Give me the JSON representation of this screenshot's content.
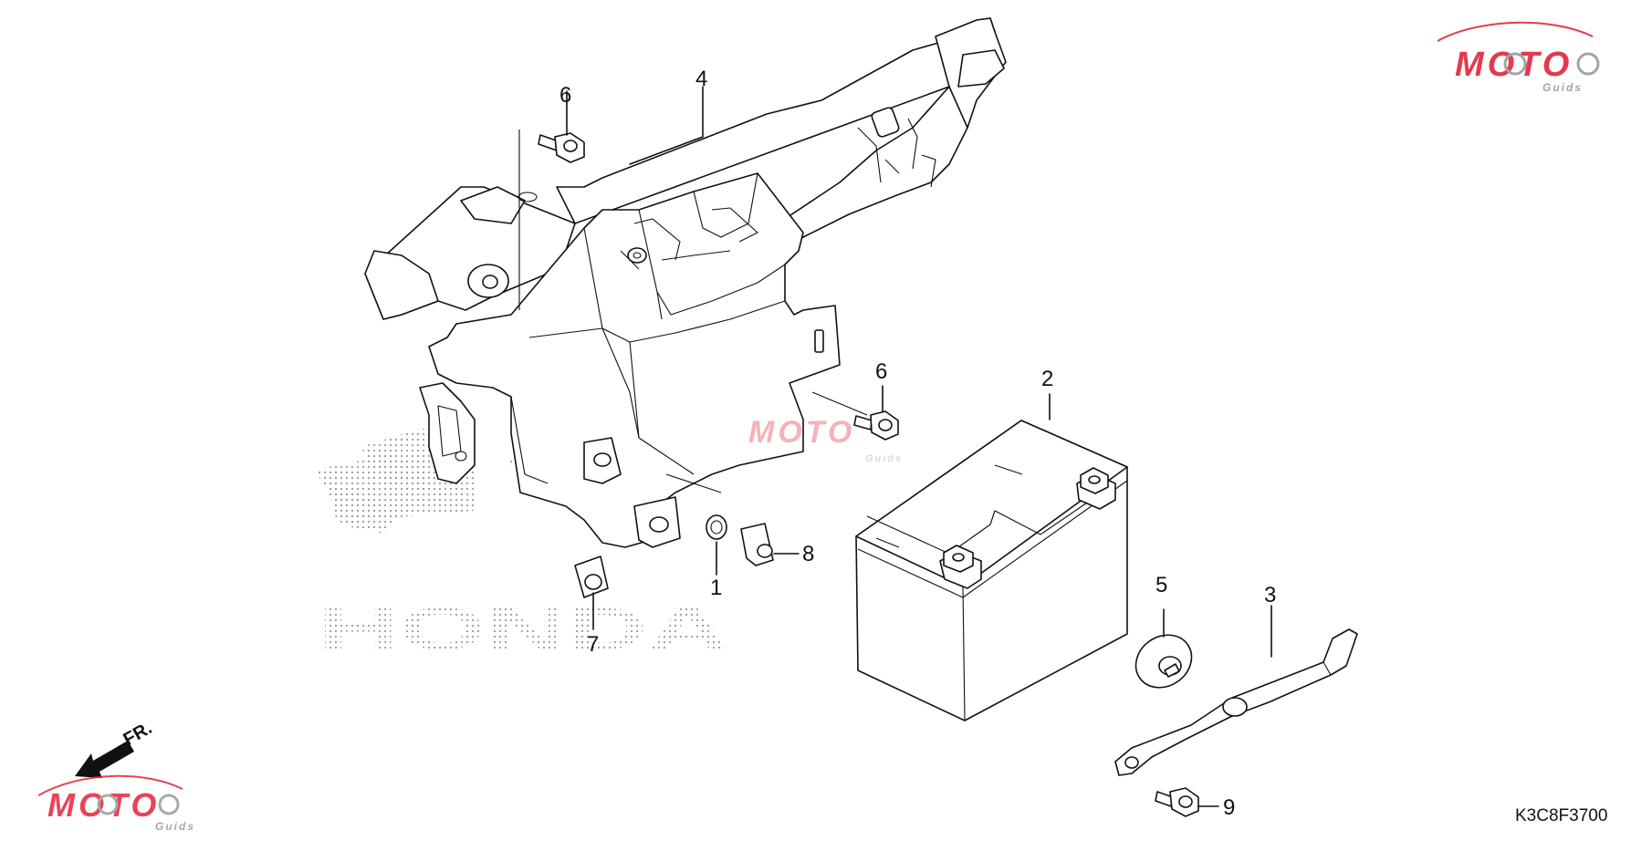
{
  "diagram": {
    "code": "K3C8F3700",
    "front_label": "FR.",
    "brand_text": "HONDA",
    "callouts": [
      {
        "id": "p1",
        "label": "1"
      },
      {
        "id": "p2",
        "label": "2"
      },
      {
        "id": "p3",
        "label": "3"
      },
      {
        "id": "p4",
        "label": "4"
      },
      {
        "id": "p5",
        "label": "5"
      },
      {
        "id": "p6a",
        "label": "6"
      },
      {
        "id": "p6b",
        "label": "6"
      },
      {
        "id": "p7",
        "label": "7"
      },
      {
        "id": "p8",
        "label": "8"
      },
      {
        "id": "p9",
        "label": "9"
      }
    ]
  },
  "watermark": {
    "main": "MOTO",
    "sub": "Guids",
    "colors": {
      "red": "#e3243a",
      "gray": "#9a9a9a"
    }
  },
  "icons": {
    "front": "front-arrow-icon",
    "logo": "moto-guids-logo-icon"
  }
}
